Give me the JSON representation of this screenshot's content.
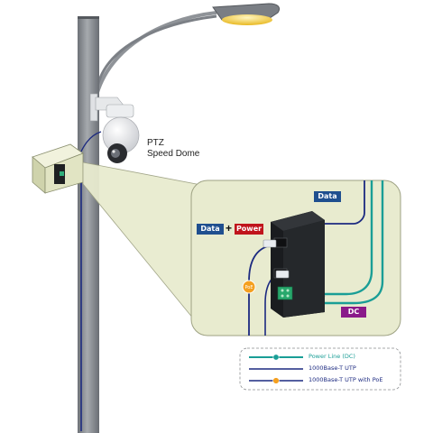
{
  "camera": {
    "line1": "PTZ",
    "line2": "Speed Dome"
  },
  "tags": {
    "data_top": "Data",
    "data_left": "Data",
    "plus": "+",
    "power": "Power",
    "dc": "DC",
    "poe": "PoE"
  },
  "legend": {
    "power_line": "Power Line (DC)",
    "utp": "1000Base-T UTP",
    "utp_poe": "1000Base-T UTP with PoE"
  },
  "colors": {
    "power_line": "#1a9e96",
    "utp": "#1c2a80",
    "poe_badge": "#f4a020",
    "data_tag": "#1f4f8f",
    "power_tag": "#c0141c",
    "dc_tag": "#8a1a8a",
    "panel": "#e8ebcf",
    "pole": "#8c9096"
  }
}
